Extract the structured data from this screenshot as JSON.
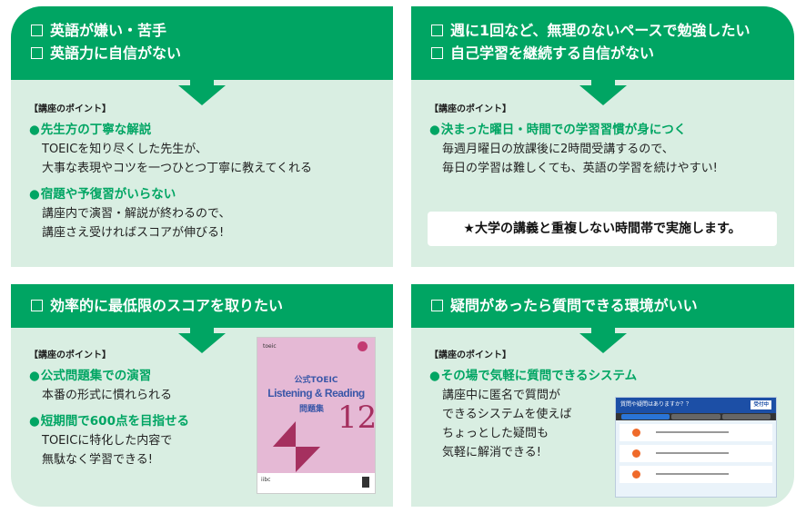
{
  "panels": [
    {
      "checks": [
        "英語が嫌い・苦手",
        "英語力に自信がない"
      ],
      "points_label": "【講座のポイント】",
      "points": [
        {
          "heading": "先生方の丁寧な解説",
          "lines": [
            "TOEICを知り尽くした先生が、",
            "大事な表現やコツを一つひとつ丁寧に教えてくれる"
          ]
        },
        {
          "heading": "宿題や予復習がいらない",
          "lines": [
            "講座内で演習・解説が終わるので、",
            "講座さえ受ければスコアが伸びる!"
          ]
        }
      ]
    },
    {
      "checks": [
        "週に1回など、無理のないペースで勉強したい",
        "自己学習を継続する自信がない"
      ],
      "points_label": "【講座のポイント】",
      "points": [
        {
          "heading": "決まった曜日・時間での学習習慣が身につく",
          "lines": [
            "毎週月曜日の放課後に2時間受講するので、",
            "毎日の学習は難しくても、英語の学習を続けやすい!"
          ]
        }
      ],
      "note": "★大学の講義と重複しない時間帯で実施します。"
    },
    {
      "checks": [
        "効率的に最低限のスコアを取りたい"
      ],
      "points_label": "【講座のポイント】",
      "points": [
        {
          "heading": "公式問題集での演習",
          "lines": [
            "本番の形式に慣れられる"
          ]
        },
        {
          "heading": "短期間で600点を目指せる",
          "lines": [
            "TOEICに特化した内容で",
            "無駄なく学習できる!"
          ]
        }
      ],
      "book": {
        "logo": "toeic",
        "title1": "公式TOEIC",
        "title2": "Listening & Reading",
        "title3": "問題集",
        "number": "12",
        "publisher": "iibc"
      }
    },
    {
      "checks": [
        "疑問があったら質問できる環境がいい"
      ],
      "points_label": "【講座のポイント】",
      "points": [
        {
          "heading": "その場で気軽に質問できるシステム",
          "lines": [
            "講座中に匿名で質問が",
            "できるシステムを使えば",
            "ちょっとした疑問も",
            "気軽に解消できる!"
          ]
        }
      ],
      "screenshot": {
        "header": "質問や疑問はありますか？？",
        "button": "受付中"
      }
    }
  ],
  "colors": {
    "green": "#00a563",
    "panel_bg": "#d9eee2"
  }
}
